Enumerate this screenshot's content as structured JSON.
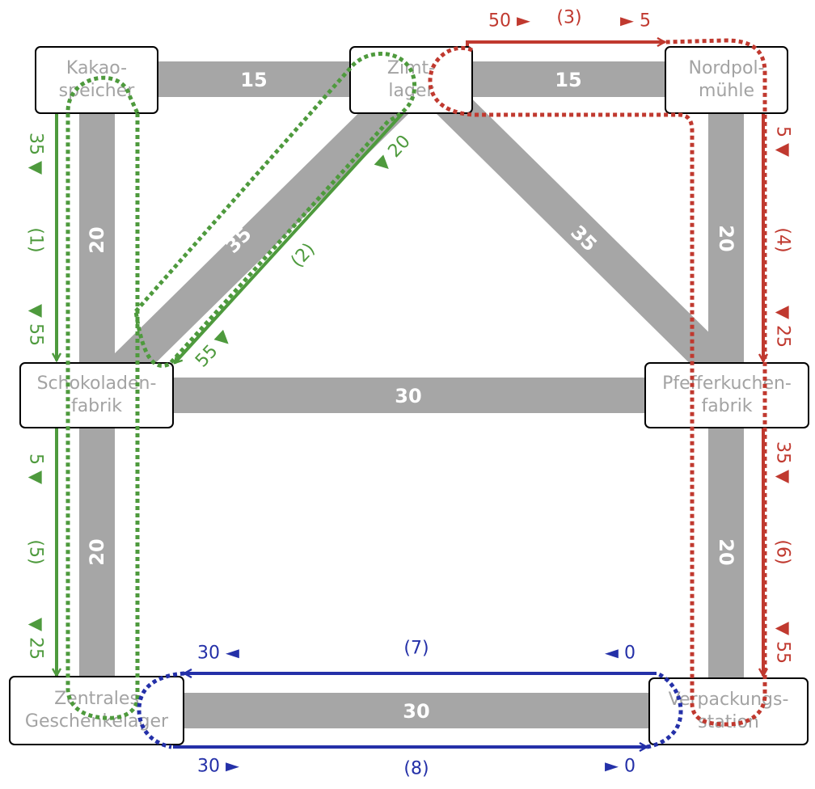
{
  "colors": {
    "edge": "#a6a6a6",
    "green": "#4e9a3d",
    "red": "#c0392f",
    "blue": "#2430a8",
    "node_text": "#a3a3a3"
  },
  "nodes": {
    "kakao": [
      "Kakao-",
      "speicher"
    ],
    "zimt": [
      "Zimt-",
      "lager"
    ],
    "nordpol": [
      "Nordpol-",
      "mühle"
    ],
    "schoko": [
      "Schokoladen-",
      "fabrik"
    ],
    "pfeffer": [
      "Pfefferkuchen-",
      "fabrik"
    ],
    "zentral": [
      "Zentrales",
      "Geschenkelager"
    ],
    "verpack": [
      "Verpackungs-",
      "station"
    ]
  },
  "edges": {
    "kakao_zimt": "15",
    "zimt_nordpol": "15",
    "kakao_schoko": "20",
    "zimt_schoko": "35",
    "zimt_pfeffer": "35",
    "nordpol_pfeffer": "20",
    "schoko_pfeffer": "30",
    "schoko_zentral": "20",
    "pfeffer_verpack": "20",
    "zentral_verpack": "30"
  },
  "flows": {
    "p1": {
      "id": "(1)",
      "start": "35 ▼",
      "end": "▼ 55"
    },
    "p2": {
      "id": "(2)",
      "start": "▼ 20",
      "end": "55 ▼"
    },
    "p3": {
      "id": "(3)",
      "start": "50 ►",
      "end": "► 5"
    },
    "p4": {
      "id": "(4)",
      "start": "5 ▼",
      "end": "▼ 25"
    },
    "p5": {
      "id": "(5)",
      "start": "5 ▼",
      "end": "▼ 25"
    },
    "p6": {
      "id": "(6)",
      "start": "35 ▼",
      "end": "▼ 55"
    },
    "p7": {
      "id": "(7)",
      "start": "30 ◄",
      "end": "◄ 0"
    },
    "p8": {
      "id": "(8)",
      "start": "30 ►",
      "end": "► 0"
    }
  }
}
